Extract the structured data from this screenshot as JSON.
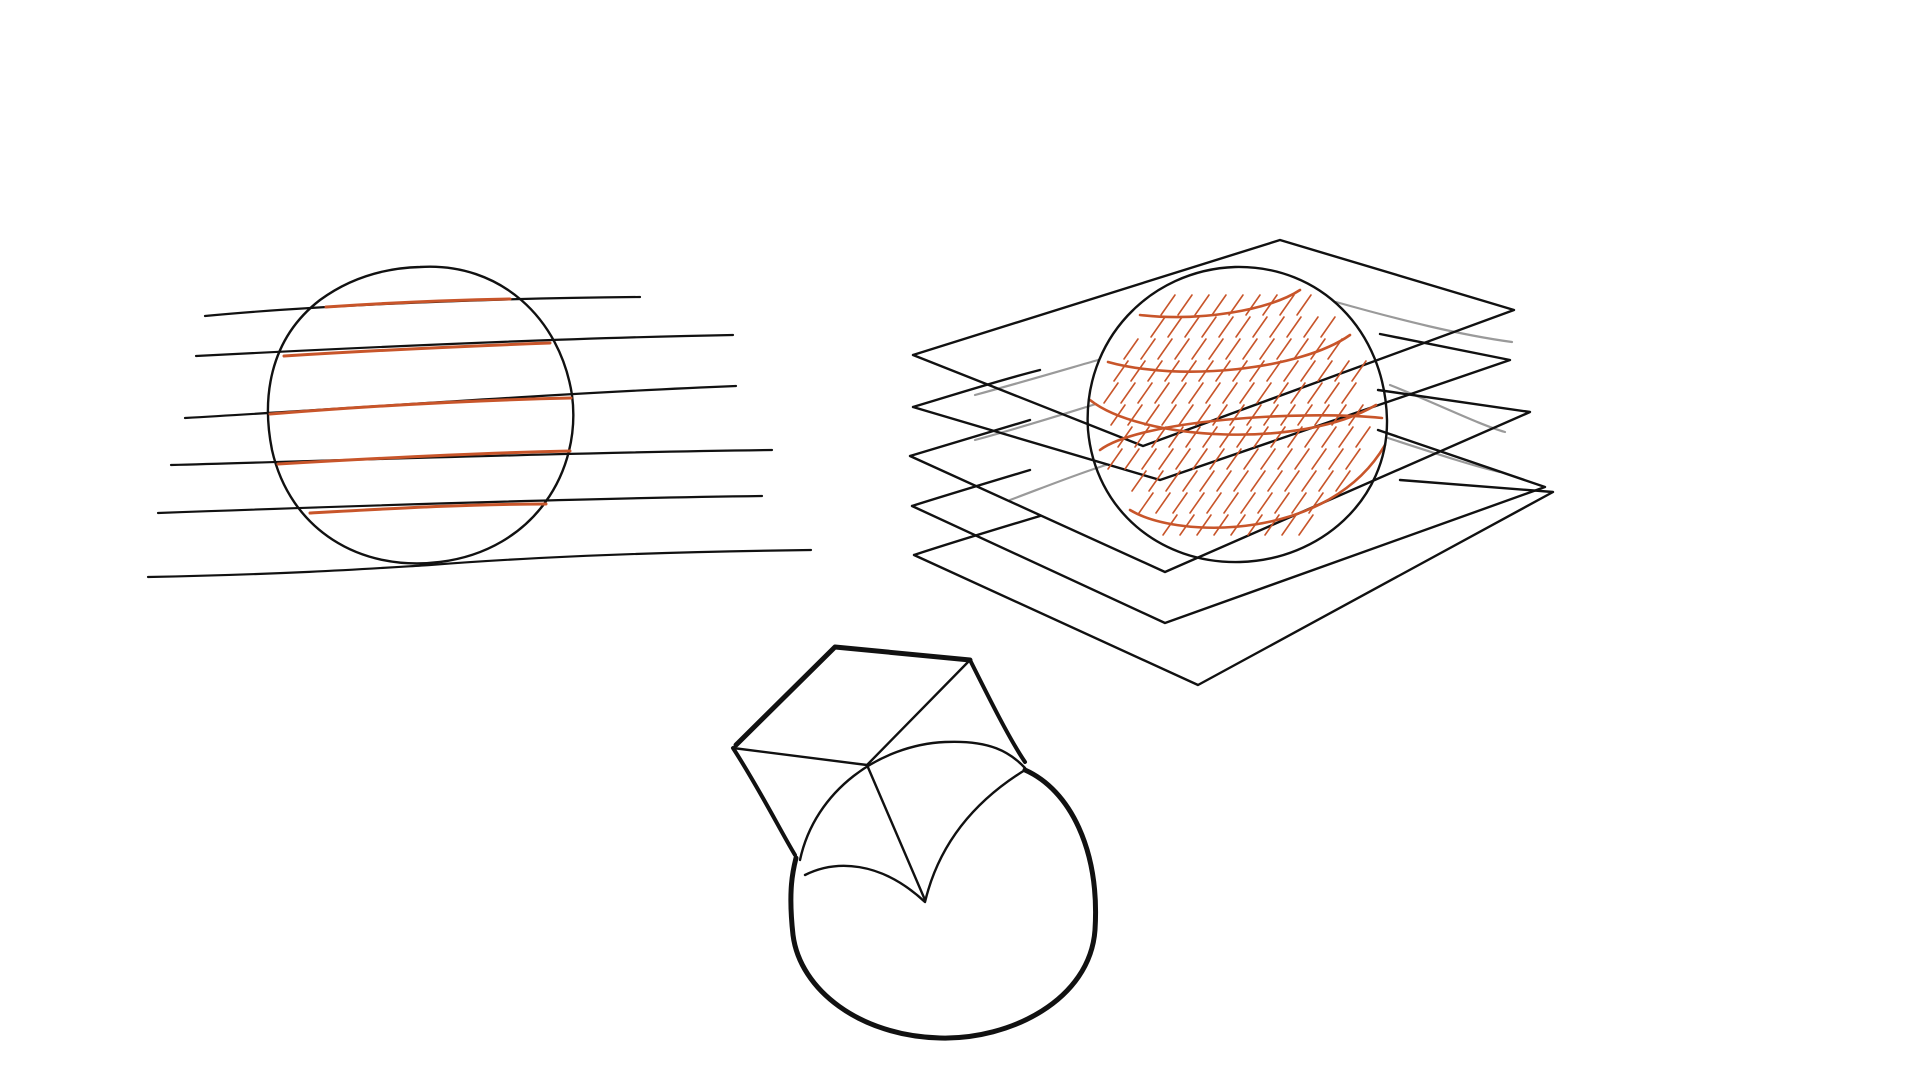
{
  "canvas": {
    "background": "#ffffff"
  },
  "palette": {
    "ink": "#111111",
    "accent": "#c8552a",
    "faint": "#9a9a9a"
  },
  "sketches": [
    {
      "name": "sphere-sliced-by-horizontal-lines"
    },
    {
      "name": "sphere-sliced-by-stacked-planes"
    },
    {
      "name": "sphere-intersecting-cube"
    }
  ]
}
